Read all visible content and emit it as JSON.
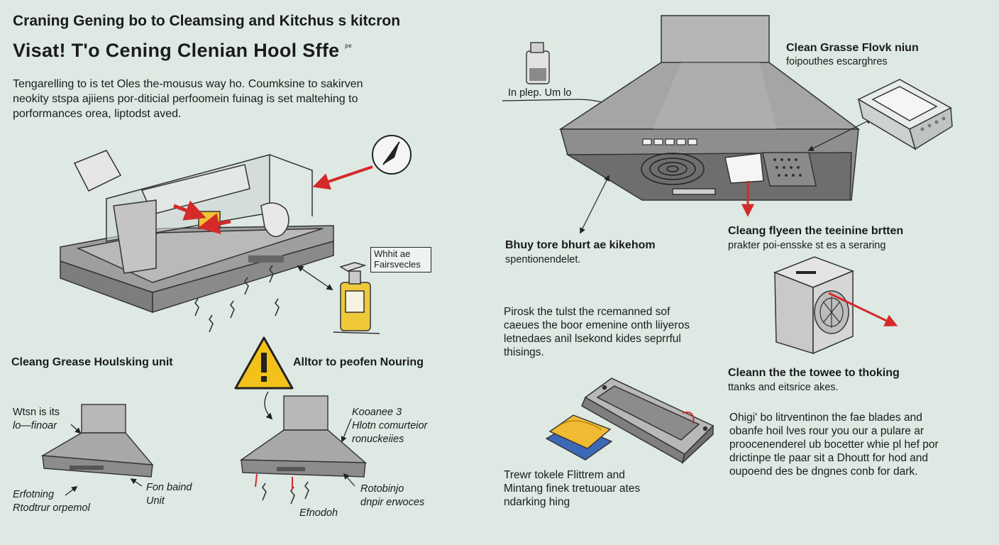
{
  "title": {
    "line1": "Craning Gening bo to Cleamsing and Kitchus s kitcron",
    "line2": "Visat! T'o Cening Clenian Hool Sffe",
    "line2_suffix": "ᵖᵉ"
  },
  "intro": {
    "line1": "Tengarelling to is tet Oles the-mousus way ho. Coumksine to sakirven",
    "line2": "neokity stspa ajiiens por-diticial perfoomein fuinag is set maltehing to",
    "line3": "porformances orea, liptodst aved."
  },
  "left": {
    "spray_callout": {
      "line1": "Whhit ae",
      "line2": "Fairsvecles"
    },
    "housing_heading": "Cleang Grease Houlsking unit",
    "warning_heading": "Alltor to peofen Nouring",
    "mini_hood1": {
      "top_label_1": "Wtsn is its",
      "top_label_2": "lo—finoar",
      "bottom_left_1": "Erfotning",
      "bottom_left_2": "Rtodtrur orpemol",
      "bottom_right_1": "Fon baind",
      "bottom_right_2": "Unit"
    },
    "mini_hood2": {
      "top_right_1": "Kooanee 3",
      "top_right_2": "Hlotn comurteior",
      "top_right_3": "ronuckeiies",
      "bottom_right_1": "Rotobinjo",
      "bottom_right_2": "dnpir erwoces",
      "bottom_center": "Efnodoh"
    }
  },
  "center": {
    "bottle_label": "In plep. Um lo",
    "kitchen_heading": "Bhuy tore bhurt ae kikehom",
    "kitchen_sub": "spentionendelet.",
    "removal": {
      "line1": "Pirosk the tulst the rcemanned sof",
      "line2": "caeues the boor emenine onth liiyeros",
      "line3": "letnedaes anil lsekond kides seprrful",
      "line4": "thisings."
    },
    "filter_caption": {
      "line1": "Trewr tokele Flittrem and",
      "line2": "Mintang finek tretuouar ates",
      "line3": "ndarking hing"
    }
  },
  "right": {
    "grease_filter": {
      "heading": "Clean Grasse Flovk niun",
      "sub": "foipouthes escarghres"
    },
    "blades": {
      "heading": "Cleang flyeen the teeinine brtten",
      "sub": "prakter poi-ensske st es a seraring"
    },
    "fan": {
      "heading": "Cleann the the towee to thoking",
      "sub": "ttanks and eitsrice akes."
    },
    "notes": {
      "line1": "Ohigi' bo litrventinon the fae blades and",
      "line2": "obanfe hoil lves rour you our a pulare ar",
      "line3": "proocenenderel ub bocetter whie pl hef por",
      "line4": "drictinpe tle paar sit a Dhoutt for hod and",
      "line5": "oupoend des be dngnes conb for dark."
    }
  },
  "colors": {
    "background": "#dde9e2",
    "metal": "#9c9c9c",
    "metal_dark": "#6e6e6e",
    "arrow_red": "#d42a2a",
    "warning_yellow": "#f2c21b",
    "cleaner_yellow": "#f0c93a"
  },
  "icons": {
    "compass": "north-arrow-icon",
    "warning": "warning-triangle-icon",
    "spray": "spray-bottle-icon",
    "fan": "fan-unit-icon"
  }
}
